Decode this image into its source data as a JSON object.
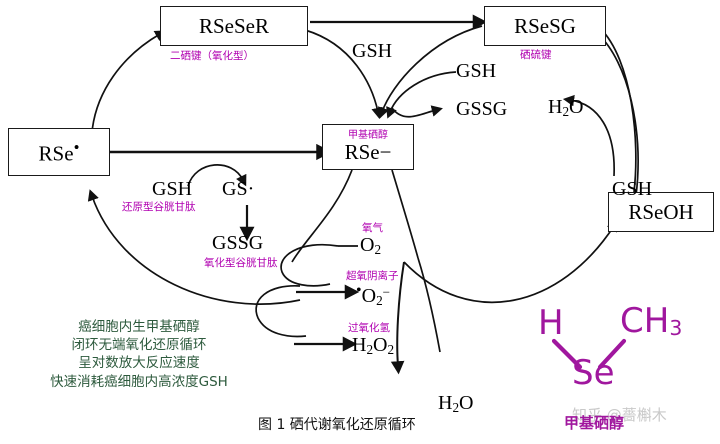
{
  "diagram": {
    "caption": "图 1  硒代谢氧化还原循环",
    "watermark": "知乎 @薔槲木",
    "colors": {
      "magenta_label": "#b000b0",
      "green_text": "#2d5a3d",
      "structure_purple": "#a0179e",
      "stroke": "#1a1a1a",
      "background": "#ffffff"
    }
  },
  "nodes": [
    {
      "id": "rse-radical",
      "formula": "RSe",
      "radical": "•",
      "cn": ""
    },
    {
      "id": "rseser",
      "formula": "RSeSeR",
      "cn": "二硒键（氧化型）"
    },
    {
      "id": "rsesg",
      "formula": "RSeSG",
      "cn": "硒硫键"
    },
    {
      "id": "rse-anion",
      "formula": "RSe−",
      "cn": "甲基硒醇"
    },
    {
      "id": "rseoh",
      "formula": "RSeOH",
      "cn": ""
    }
  ],
  "species": {
    "gsh_left": "GSH",
    "gsh_left_cn": "还原型谷胱甘肽",
    "gs_radical": "GS·",
    "gssg_left": "GSSG",
    "gssg_left_cn": "氧化型谷胱甘肽",
    "gsh_top_mid": "GSH",
    "gsh_top_right": "GSH",
    "gssg_right": "GSSG",
    "h2o_upper_right": "H",
    "h2o_upper_right_sub": "2",
    "h2o_upper_right_tail": "O",
    "gsh_right": "GSH",
    "o2": "O",
    "o2_sub": "2",
    "o2_cn": "氧气",
    "superoxide_dot": "•",
    "superoxide": "O",
    "superoxide_sub": "2",
    "superoxide_sup": "−",
    "superoxide_cn": "超氧阴离子",
    "h2o2": "H",
    "h2o2_sub1": "2",
    "h2o2_mid": "O",
    "h2o2_sub2": "2",
    "h2o2_cn": "过氧化氢",
    "h2o_bottom": "H",
    "h2o_bottom_sub": "2",
    "h2o_bottom_tail": "O"
  },
  "summary_notes": {
    "line1": "癌细胞内生甲基硒醇",
    "line2": "闭环无端氧化还原循环",
    "line3": "呈对数放大反应速度",
    "line4": "快速消耗癌细胞内高浓度GSH"
  },
  "structure": {
    "h": "H",
    "se": "Se",
    "ch3_main": "CH",
    "ch3_sub": "3",
    "name": "甲基硒醇"
  }
}
